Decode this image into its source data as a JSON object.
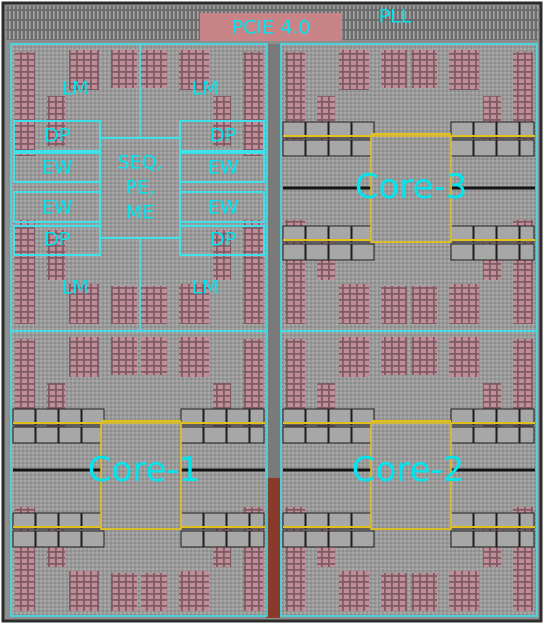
{
  "top_labels": {
    "pcie": "PCIE 4.0",
    "pll": "PLL"
  },
  "core_labels": {
    "core3": "Core-3",
    "core1": "Core-1",
    "core2": "Core-2"
  },
  "core0_blocks": {
    "lm": "LM",
    "dp": "DP",
    "ew": "EW",
    "seq_line1": "SEQ,",
    "seq_line2": "PE,",
    "seq_line3": "ME"
  },
  "colors": {
    "outline": "#3fe0ea",
    "label": "#00e5ee",
    "die_gray": "#8f8f8f",
    "memory_red": "#b98490",
    "pcie_block": "#c98488",
    "yellow_bus": "#e0c020"
  }
}
